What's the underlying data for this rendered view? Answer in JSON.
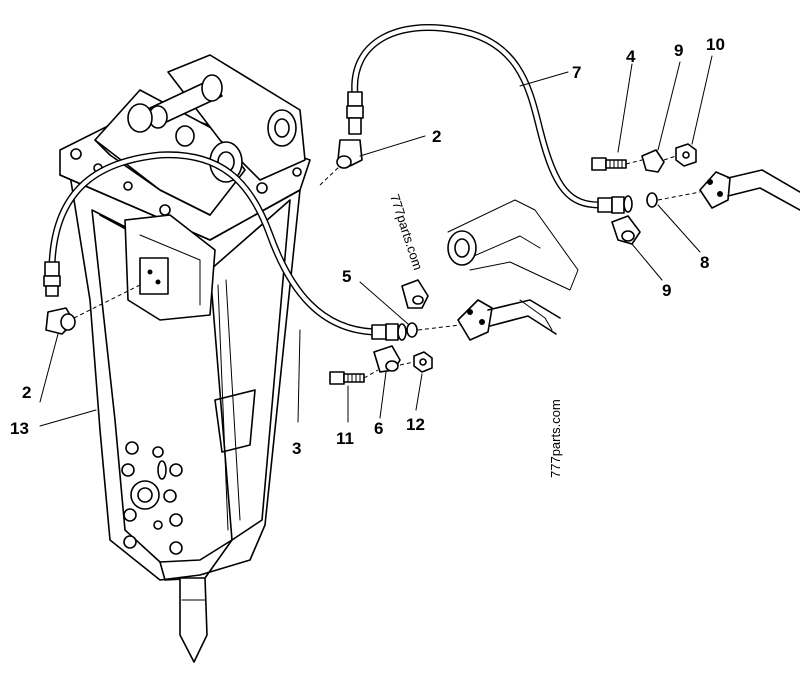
{
  "callouts": {
    "c2a": "2",
    "c2b": "2",
    "c3": "3",
    "c4": "4",
    "c5": "5",
    "c6": "6",
    "c7": "7",
    "c8": "8",
    "c9a": "9",
    "c9b": "9",
    "c10": "10",
    "c11": "11",
    "c12": "12",
    "c13": "13"
  },
  "watermarks": {
    "w1": "777parts.com",
    "w2": "777parts.com"
  }
}
